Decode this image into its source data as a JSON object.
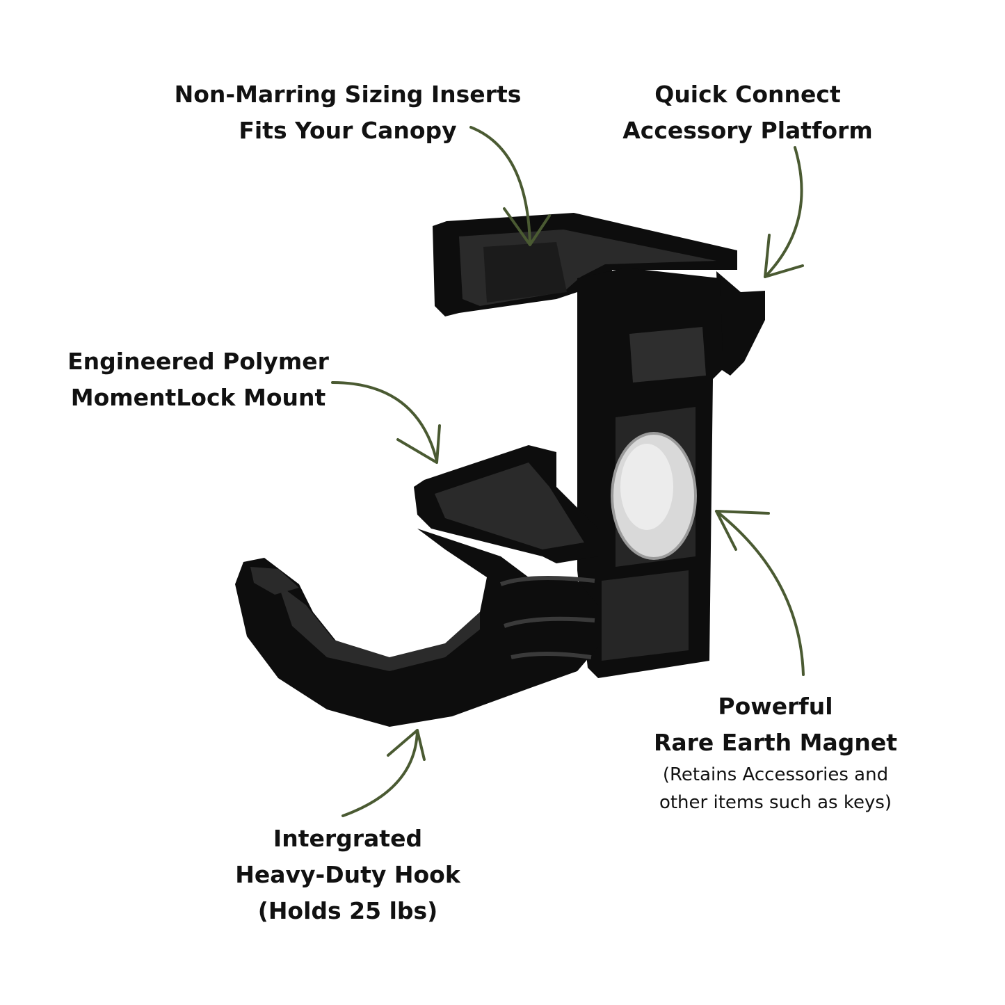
{
  "labels": {
    "inserts": [
      "Non-Marring Sizing Inserts",
      "Fits Your Canopy"
    ],
    "platform": [
      "Quick Connect",
      "Accessory Platform"
    ],
    "mount": [
      "Engineered Polymer",
      "MomentLock Mount"
    ],
    "magnet": [
      "Powerful",
      "Rare Earth Magnet"
    ],
    "magnet_note": [
      "(Retains Accessories and",
      "other items such as keys)"
    ],
    "hook": [
      "Intergrated",
      "Heavy-Duty Hook",
      "(Holds 25 lbs)"
    ]
  },
  "colors": {
    "arrow": "#4a5a32",
    "product": "#0d0d0d",
    "product_highlight": "#3a3a3a",
    "magnet": "#d9d9d9",
    "text": "#111111"
  },
  "icons": {
    "arrow": "curved-arrow-icon",
    "product": "canopy-hook-mount-icon",
    "magnet": "magnet-disc-icon"
  }
}
